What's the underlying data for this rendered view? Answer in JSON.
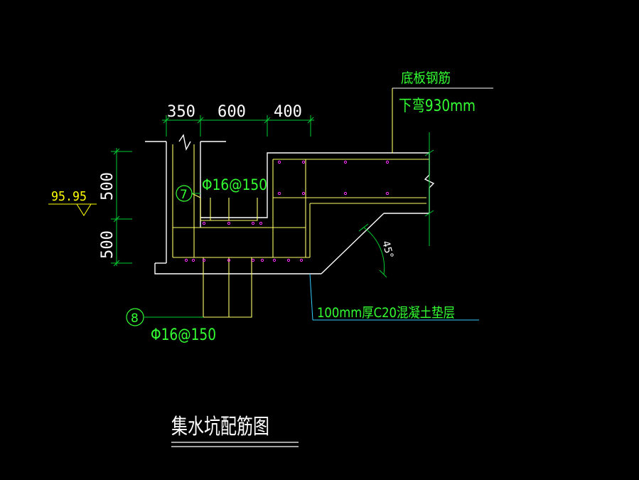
{
  "dimensions": {
    "d350": "350",
    "d600": "600",
    "d400": "400",
    "d500_top": "500",
    "d500_bottom": "500"
  },
  "elevation": "95.95",
  "callouts": {
    "bottom_rebar_title": "底板钢筋",
    "bottom_rebar_note": "下弯930mm",
    "bar7_id": "7",
    "bar7_spec": "Φ16@150",
    "bar8_id": "8",
    "bar8_spec": "Φ16@150",
    "cushion": "100mm厚C20混凝土垫层",
    "angle": "45°"
  },
  "drawing_title": "集水坑配筋图",
  "colors": {
    "background": "#000000",
    "outline": "#ffffff",
    "rebar": "#ffff66",
    "dimension": "#00cc33",
    "dim_text": "#ffffff",
    "annotation": "#33ff33",
    "leader_cyan": "#33ccff",
    "rebar_dot": "#ff33ff",
    "elevation": "#ffff00"
  }
}
